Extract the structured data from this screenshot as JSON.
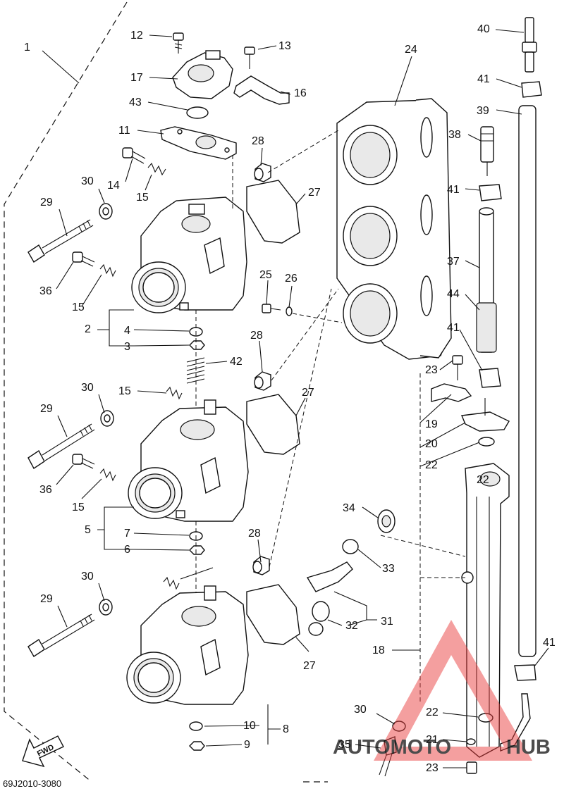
{
  "diagram_code": "69J2010-3080",
  "fwd_label": "FWD",
  "watermark": {
    "part1": "AUTOMOTO",
    "part2": "HUB",
    "color1": "#f2b400",
    "color2": "#e02020"
  },
  "callouts": [
    "1",
    "2",
    "3",
    "4",
    "5",
    "6",
    "7",
    "8",
    "9",
    "10",
    "11",
    "12",
    "13",
    "14",
    "15",
    "15",
    "15",
    "15",
    "16",
    "17",
    "18",
    "19",
    "20",
    "21",
    "22",
    "22",
    "22",
    "23",
    "23",
    "24",
    "25",
    "26",
    "27",
    "27",
    "27",
    "28",
    "28",
    "28",
    "29",
    "29",
    "29",
    "30",
    "30",
    "30",
    "30",
    "31",
    "32",
    "33",
    "34",
    "35",
    "36",
    "36",
    "37",
    "38",
    "39",
    "40",
    "41",
    "41",
    "41",
    "41",
    "42",
    "43",
    "44"
  ]
}
